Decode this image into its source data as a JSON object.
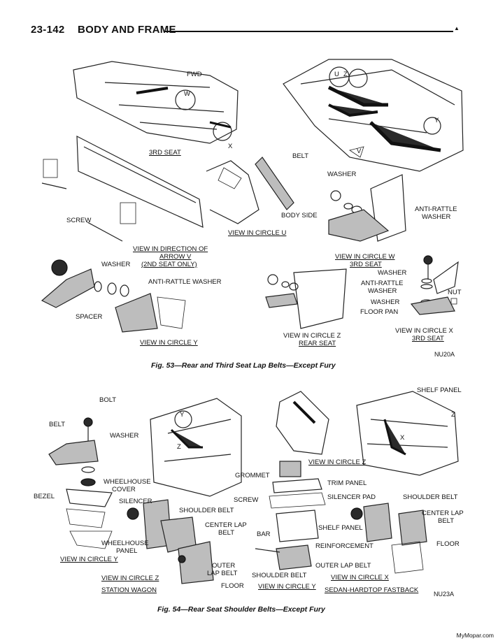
{
  "header": {
    "page_number": "23-142",
    "section_title": "BODY AND FRAME"
  },
  "figure53": {
    "caption": "Fig. 53—Rear and Third Seat Lap Belts—Except Fury",
    "code": "NU20A",
    "labels": {
      "fwd": "FWD",
      "third_seat": "3RD SEAT",
      "screw": "SCREW",
      "view_arrow_v_1": "VIEW IN DIRECTION OF",
      "view_arrow_v_2": "ARROW V",
      "view_arrow_v_3": "(2ND SEAT ONLY)",
      "belt": "BELT",
      "body_side": "BODY SIDE",
      "view_circle_u": "VIEW IN CIRCLE U",
      "washer_w": "WASHER",
      "anti_rattle_washer_w_1": "ANTI-RATTLE",
      "anti_rattle_washer_w_2": "WASHER",
      "view_circle_w_1": "VIEW IN CIRCLE W",
      "view_circle_w_2": "3RD SEAT",
      "washer_y": "WASHER",
      "anti_rattle_washer_y": "ANTI-RATTLE WASHER",
      "spacer": "SPACER",
      "view_circle_y": "VIEW IN CIRCLE Y",
      "view_circle_z_1": "VIEW IN CIRCLE Z",
      "view_circle_z_2": "REAR SEAT",
      "washer_x1": "WASHER",
      "anti_rattle_x_1": "ANTI-RATTLE",
      "anti_rattle_x_2": "WASHER",
      "nut": "NUT",
      "washer_x2": "WASHER",
      "floor_pan": "FLOOR PAN",
      "view_circle_x_1": "VIEW IN CIRCLE X",
      "view_circle_x_2": "3RD SEAT",
      "ltr_w": "W",
      "ltr_x": "X",
      "ltr_u": "U",
      "ltr_z": "Z",
      "ltr_y": "Y",
      "ltr_v": "V"
    }
  },
  "figure54": {
    "caption": "Fig. 54—Rear Seat Shoulder Belts—Except Fury",
    "code": "NU23A",
    "labels": {
      "bolt": "BOLT",
      "belt": "BELT",
      "washer": "WASHER",
      "bezel": "BEZEL",
      "wheelhouse_cover_1": "WHEELHOUSE",
      "wheelhouse_cover_2": "COVER",
      "silencer": "SILENCER",
      "shoulder_belt_l": "SHOULDER BELT",
      "center_lap_belt_l_1": "CENTER LAP",
      "center_lap_belt_l_2": "BELT",
      "wheelhouse_panel_1": "WHEELHOUSE",
      "wheelhouse_panel_2": "PANEL",
      "view_circle_y_l": "VIEW IN CIRCLE Y",
      "outer_lap_belt_l_1": "OUTER",
      "outer_lap_belt_l_2": "LAP BELT",
      "view_circle_z_l_1": "VIEW IN CIRCLE Z",
      "view_circle_z_l_2": "STATION WAGON",
      "floor_l": "FLOOR",
      "shelf_panel_top": "SHELF PANEL",
      "view_circle_z_c": "VIEW IN CIRCLE Z",
      "grommet": "GROMMET",
      "trim_panel": "TRIM PANEL",
      "screw": "SCREW",
      "silencer_pad": "SILENCER PAD",
      "shoulder_belt_r": "SHOULDER BELT",
      "center_lap_belt_r_1": "CENTER LAP",
      "center_lap_belt_r_2": "BELT",
      "shelf_panel_c": "SHELF PANEL",
      "bar": "BAR",
      "reinforcement": "REINFORCEMENT",
      "floor_r": "FLOOR",
      "outer_lap_belt_r": "OUTER LAP BELT",
      "shoulder_belt_c": "SHOULDER BELT",
      "view_circle_x": "VIEW IN CIRCLE X",
      "view_circle_y_c": "VIEW IN CIRCLE Y",
      "sedan_hardtop": "SEDAN-HARDTOP FASTBACK",
      "ltr_y": "Y",
      "ltr_z": "Z",
      "ltr_x": "X"
    }
  },
  "watermark": "MyMopar.com"
}
